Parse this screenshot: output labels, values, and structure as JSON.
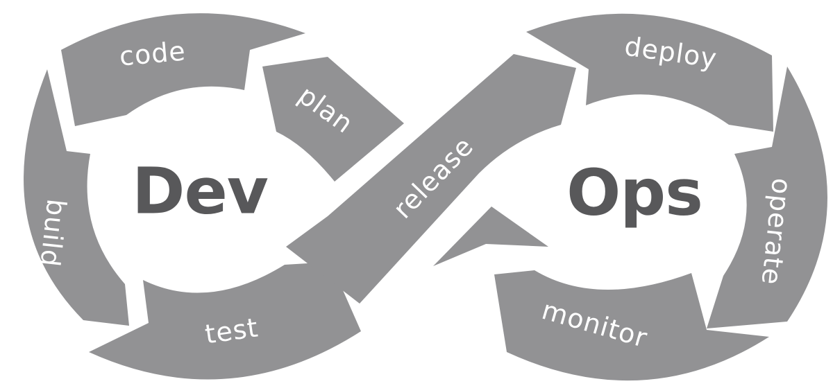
{
  "diagram": {
    "left_label": "Dev",
    "right_label": "Ops",
    "stages": {
      "plan": "plan",
      "code": "code",
      "build": "build",
      "test": "test",
      "release": "release",
      "deploy": "deploy",
      "operate": "operate",
      "monitor": "monitor"
    }
  },
  "colors": {
    "segment": "#929294",
    "stage_text": "#ffffff",
    "core_text": "#58585a",
    "background": "#ffffff"
  }
}
